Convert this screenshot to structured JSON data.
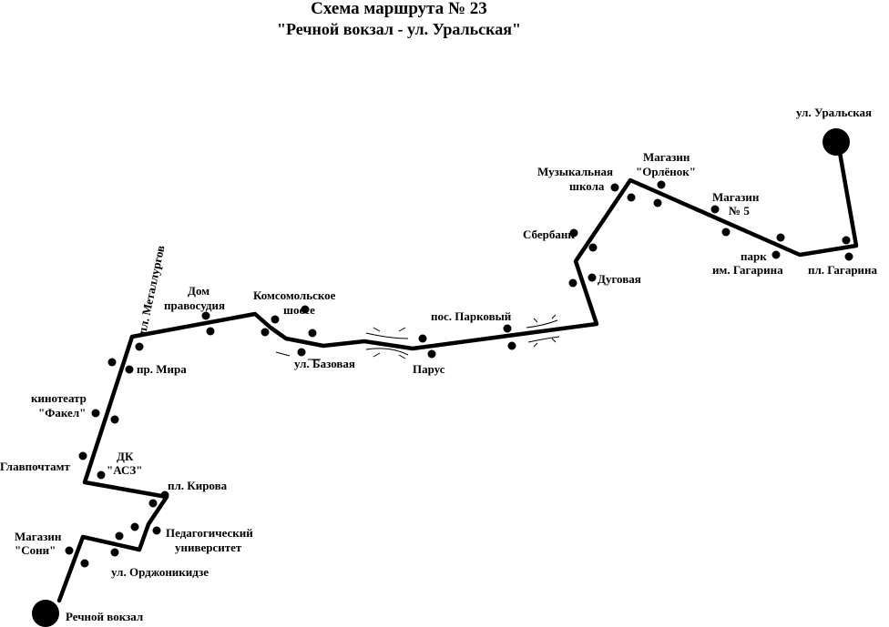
{
  "header": {
    "title": "Схема маршрута № 23",
    "subtitle": "\"Речной вокзал - ул. Уральская\""
  },
  "labels": {
    "ural_street": "ул. Уральская",
    "gagarin_square": "пл. Гагарина",
    "gagarin_park_1": "парк",
    "gagarin_park_2": "им. Гагарина",
    "shop5_1": "Магазин",
    "shop5_2": "№ 5",
    "orlyonok_1": "Магазин",
    "orlyonok_2": "\"Орлёнок\"",
    "music_school_1": "Музыкальная",
    "music_school_2": "школа",
    "sberbank": "Сбербанк",
    "dugovaya": "Дуговая",
    "parkovy": "пос. Парковый",
    "parus": "Парус",
    "komsomolskoe_1": "Комсомольское",
    "komsomolskoe_2": "шоссе",
    "bazovaya": "ул. Базовая",
    "justice_1": "Дом",
    "justice_2": "правосудия",
    "metallurgov": "пл. Металлургов",
    "mira": "пр. Мира",
    "fakel_1": "кинотеатр",
    "fakel_2": "\"Факел\"",
    "post_office": "Главпочтамт",
    "dk_asz_1": "ДК",
    "dk_asz_2": "\"АСЗ\"",
    "kirova": "пл. Кирова",
    "pedagog_1": "Педагогический",
    "pedagog_2": "университет",
    "sony_1": "Магазин",
    "sony_2": "\"Сони\"",
    "ordzhonikidze": "ул. Орджоникидзе",
    "river_station": "Речной вокзал"
  },
  "colors": {
    "line": "#000000",
    "background": "#ffffff"
  }
}
